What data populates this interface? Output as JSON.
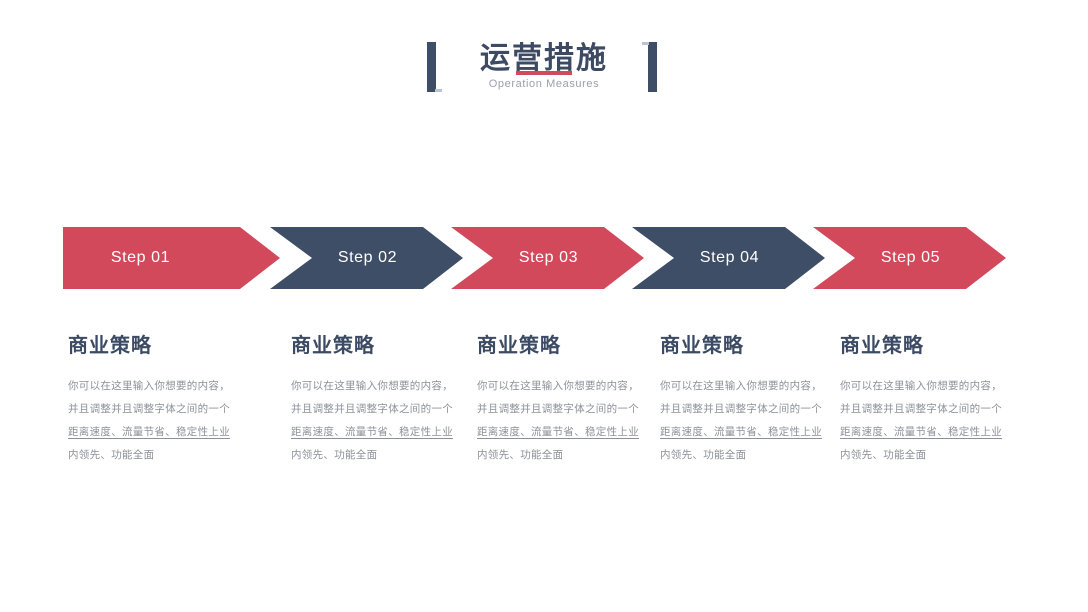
{
  "slide": {
    "title": "运营措施",
    "subtitle": "Operation Measures"
  },
  "colors": {
    "accent_red": "#d2495c",
    "navy": "#3d4e66",
    "heading_navy": "#3c4b63",
    "body_gray": "#8c9199",
    "subtitle_gray": "#9aa1ab",
    "background": "#ffffff"
  },
  "steps": [
    {
      "label": "Step 01",
      "color": "#d2495c"
    },
    {
      "label": "Step 02",
      "color": "#3d4e66"
    },
    {
      "label": "Step 03",
      "color": "#d2495c"
    },
    {
      "label": "Step 04",
      "color": "#3d4e66"
    },
    {
      "label": "Step 05",
      "color": "#d2495c"
    }
  ],
  "columns": [
    {
      "heading": "商业策略",
      "lines": [
        "你可以在这里输入你想要的内容，",
        "并且调整并且调整字体之间的一个",
        "距离速度、流量节省、稳定性上业",
        "内领先、功能全面"
      ]
    },
    {
      "heading": "商业策略",
      "lines": [
        "你可以在这里输入你想要的内容，",
        "并且调整并且调整字体之间的一个",
        "距离速度、流量节省、稳定性上业",
        "内领先、功能全面"
      ]
    },
    {
      "heading": "商业策略",
      "lines": [
        "你可以在这里输入你想要的内容，",
        "并且调整并且调整字体之间的一个",
        "距离速度、流量节省、稳定性上业",
        "内领先、功能全面"
      ]
    },
    {
      "heading": "商业策略",
      "lines": [
        "你可以在这里输入你想要的内容，",
        "并且调整并且调整字体之间的一个",
        "距离速度、流量节省、稳定性上业",
        "内领先、功能全面"
      ]
    },
    {
      "heading": "商业策略",
      "lines": [
        "你可以在这里输入你想要的内容，",
        "并且调整并且调整字体之间的一个",
        "距离速度、流量节省、稳定性上业",
        "内领先、功能全面"
      ]
    }
  ]
}
